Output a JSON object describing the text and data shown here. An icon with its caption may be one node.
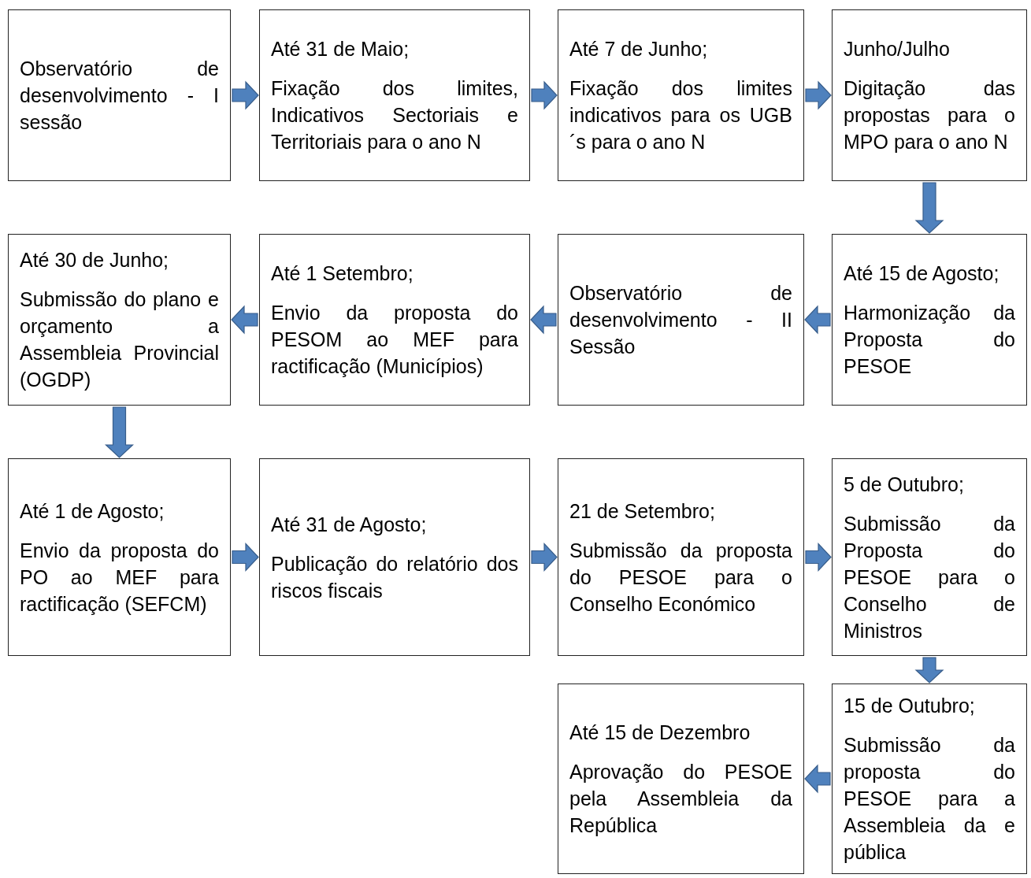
{
  "diagram": {
    "nodes": [
      {
        "text": [
          "Observatório de desenvolvimento - I sessão"
        ]
      },
      {
        "text": [
          "Até 31 de Maio;",
          "Fixação dos limites, Indicativos Sectoriais e Territoriais para o ano N"
        ]
      },
      {
        "text": [
          "Até 7 de Junho;",
          "Fixação dos limites indicativos para os UGB´s para o ano N"
        ]
      },
      {
        "text": [
          "Junho/Julho",
          "Digitação das propostas para o MPO para o ano N"
        ]
      },
      {
        "text": [
          "Até 30 de Junho;",
          "Submissão do plano e orçamento a Assembleia Provincial (OGDP)"
        ]
      },
      {
        "text": [
          "Até 1 Setembro;",
          "Envio da proposta do PESOM ao MEF para ractificação (Municípios)"
        ]
      },
      {
        "text": [
          "Observatório de desenvolvimento - II Sessão"
        ]
      },
      {
        "text": [
          "Até 15 de Agosto;",
          "Harmonização da Proposta do PESOE"
        ]
      },
      {
        "text": [
          "Até 1 de Agosto;",
          "Envio da proposta do PO ao MEF para ractificação (SEFCM)"
        ]
      },
      {
        "text": [
          "Até 31 de Agosto;",
          "Publicação do relatório dos riscos fiscais"
        ]
      },
      {
        "text": [
          "21 de Setembro;",
          "Submissão da proposta do PESOE para o Conselho Económico"
        ]
      },
      {
        "text": [
          "5 de Outubro;",
          "Submissão da Proposta do PESOE para o Conselho de Ministros"
        ]
      },
      {
        "text": [
          "Até 15 de Dezembro",
          "Aprovação do PESOE pela Assembleia da República"
        ]
      },
      {
        "text": [
          "15 de Outubro;",
          "Submissão da proposta do PESOE para a Assembleia da e pública"
        ]
      }
    ],
    "edges": [
      {
        "from": 0,
        "to": 1,
        "arrow": "to"
      },
      {
        "from": 1,
        "to": 2,
        "arrow": "to"
      },
      {
        "from": 2,
        "to": 3,
        "arrow": "to"
      },
      {
        "from": 3,
        "to": 7,
        "arrow": "to"
      },
      {
        "from": 7,
        "to": 6,
        "arrow": "to"
      },
      {
        "from": 6,
        "to": 5,
        "arrow": "to"
      },
      {
        "from": 5,
        "to": 4,
        "arrow": "to"
      },
      {
        "from": 4,
        "to": 8,
        "arrow": "to"
      },
      {
        "from": 8,
        "to": 9,
        "arrow": "to"
      },
      {
        "from": 9,
        "to": 10,
        "arrow": "to"
      },
      {
        "from": 10,
        "to": 11,
        "arrow": "to"
      },
      {
        "from": 11,
        "to": 13,
        "arrow": "to"
      },
      {
        "from": 13,
        "to": 12,
        "arrow": "to"
      }
    ]
  }
}
